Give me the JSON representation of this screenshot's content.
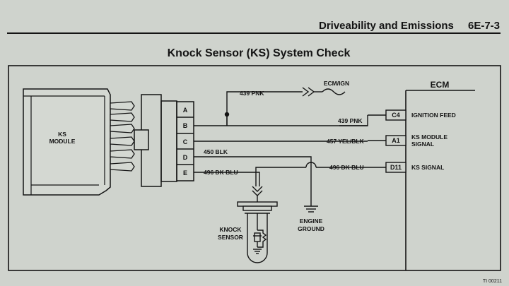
{
  "header": {
    "section": "Driveability and Emissions",
    "page_number": "6E-7-3"
  },
  "title": "Knock Sensor (KS) System Check",
  "diagram": {
    "ks_module_label": [
      "KS",
      "MODULE"
    ],
    "connector_pins": [
      "A",
      "B",
      "C",
      "D",
      "E"
    ],
    "ecm_label": "ECM",
    "ecm_ign_label": "ECM/IGN",
    "wires": {
      "pnk_top": "439 PNK",
      "pnk_ecm": "439 PNK",
      "yel_blk": "457 YEL/BLK",
      "blk": "450 BLK",
      "dk_blu_left": "496 DK BLU",
      "dk_blu_right": "496 DK BLU"
    },
    "ecm_pins": [
      {
        "code": "C4",
        "label": [
          "IGNITION FEED"
        ]
      },
      {
        "code": "A1",
        "label": [
          "KS MODULE",
          "SIGNAL"
        ]
      },
      {
        "code": "D11",
        "label": [
          "KS SIGNAL"
        ]
      }
    ],
    "knock_sensor_label": [
      "KNOCK",
      "SENSOR"
    ],
    "engine_ground_label": [
      "ENGINE",
      "GROUND"
    ],
    "figure_id": "TI 00211"
  }
}
